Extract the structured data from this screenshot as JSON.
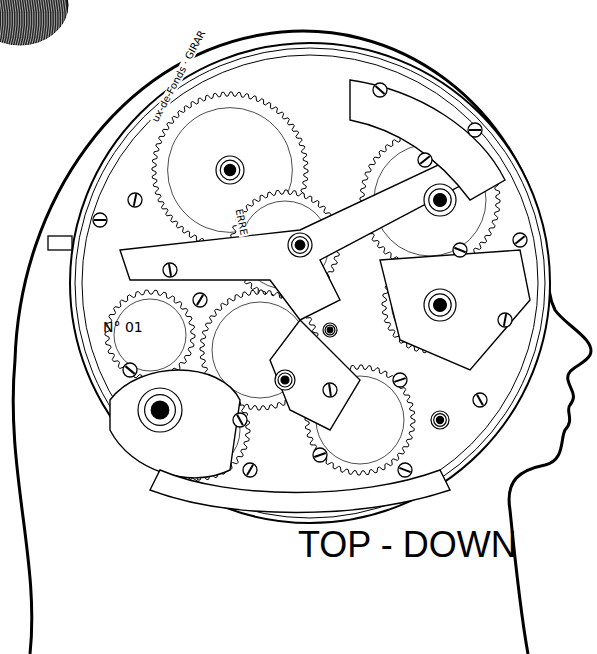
{
  "diagram": {
    "labels": [
      "TOP - DOWN",
      "N° 01",
      "ux-de-Fonds · GIRAR",
      "ERRE"
    ]
  }
}
